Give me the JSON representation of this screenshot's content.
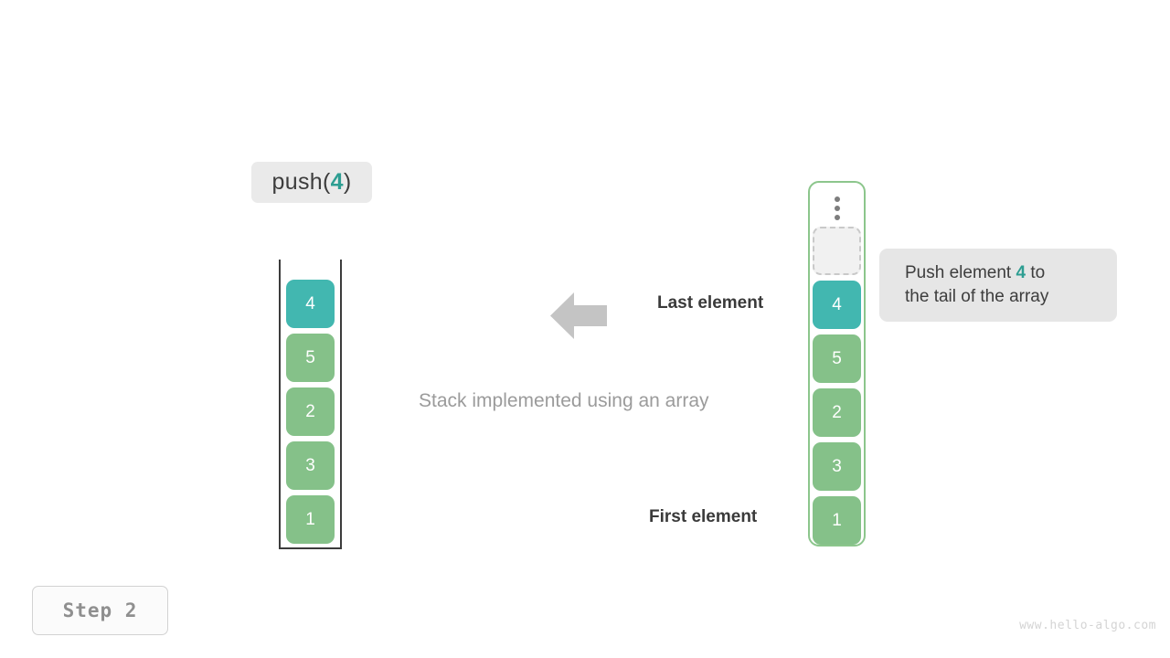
{
  "operation": {
    "prefix": "push(",
    "value": "4",
    "suffix": ")"
  },
  "stack": {
    "caption": "Stack implemented using an array",
    "cells": [
      {
        "value": "4",
        "color": "teal"
      },
      {
        "value": "5",
        "color": "green"
      },
      {
        "value": "2",
        "color": "green"
      },
      {
        "value": "3",
        "color": "green"
      },
      {
        "value": "1",
        "color": "green"
      }
    ]
  },
  "array": {
    "ellipsis_icon": "vertical-ellipsis-icon",
    "cells": [
      {
        "value": "",
        "color": "empty"
      },
      {
        "value": "4",
        "color": "teal"
      },
      {
        "value": "5",
        "color": "green"
      },
      {
        "value": "2",
        "color": "green"
      },
      {
        "value": "3",
        "color": "green"
      },
      {
        "value": "1",
        "color": "green"
      }
    ]
  },
  "annotations": {
    "arrow_icon": "arrow-left-icon",
    "last_element": "Last element",
    "first_element": "First element"
  },
  "note": {
    "line1_prefix": "Push element ",
    "line1_value": "4",
    "line1_suffix": " to",
    "line2": "the tail of the array"
  },
  "step": {
    "label": "Step  2"
  },
  "watermark": "www.hello-algo.com",
  "colors": {
    "teal": "#42b7b0",
    "green": "#85c189",
    "accent_text": "#2e9e92",
    "container_border": "#8cc68c",
    "stack_border": "#3c3c3c",
    "label_bg": "#eaeaea",
    "note_bg": "#e6e6e6"
  }
}
